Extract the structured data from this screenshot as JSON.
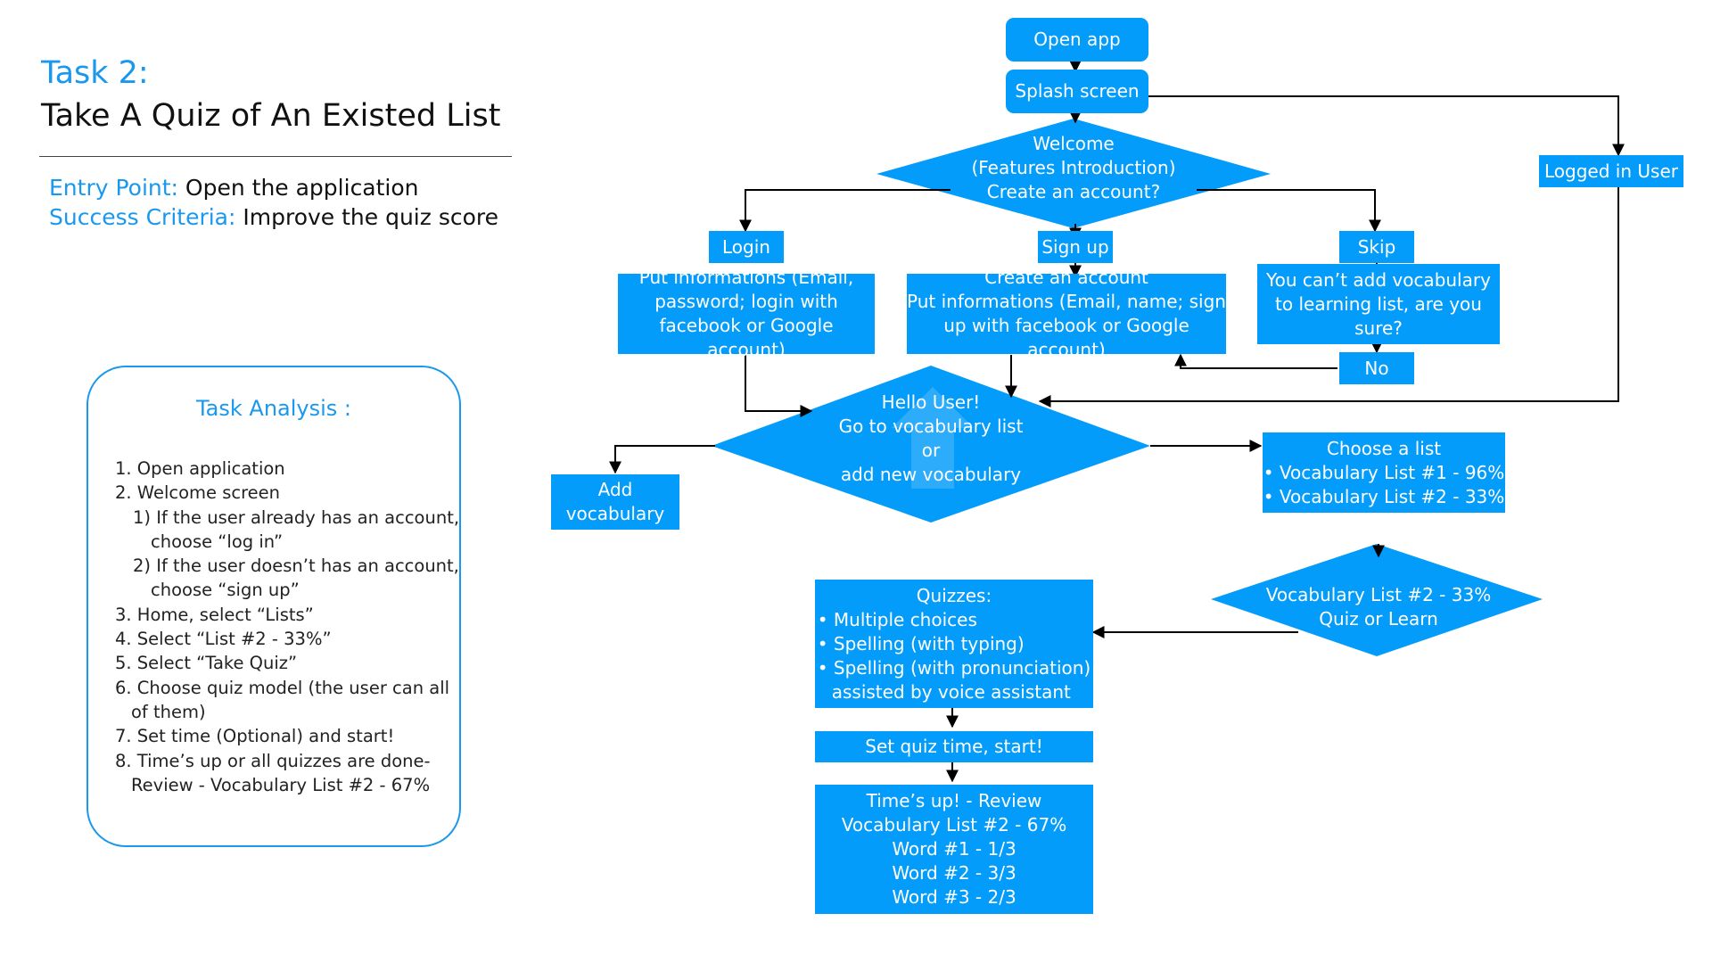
{
  "header": {
    "task_label": "Task 2:",
    "task_title": "Take A Quiz of An Existed List",
    "entry_label": "Entry Point:",
    "entry_value": "Open the application",
    "success_label": "Success Criteria:",
    "success_value": "Improve the quiz score"
  },
  "analysis": {
    "title": "Task Analysis :",
    "lines": [
      "1. Open application",
      "2. Welcome screen",
      "1) If the user already has an account,",
      "choose “log in”",
      "2) If the user doesn’t has an account,",
      "choose “sign up”",
      "3. Home, select “Lists”",
      "4. Select “List #2 - 33%”",
      "5. Select “Take Quiz”",
      "6. Choose quiz model (the user can all",
      "of them)",
      "7. Set time (Optional) and start!",
      "8. Time’s up or all quizzes are done-",
      "Review - Vocabulary List #2 - 67%"
    ]
  },
  "flow": {
    "open_app": "Open app",
    "splash": "Splash screen",
    "welcome": [
      "Welcome",
      "(Features Introduction)",
      "Create an account?"
    ],
    "logged_in": "Logged in User",
    "login": "Login",
    "signup": "Sign up",
    "skip": "Skip",
    "login_info": [
      "Put informations (Email,",
      "password; login with",
      "facebook or Google account)"
    ],
    "signup_info": [
      "Create an account",
      "Put informations (Email, name; sign",
      "up with facebook or Google account)"
    ],
    "skip_warn": [
      "You can’t add vocabulary",
      "to learning list, are you",
      "sure?"
    ],
    "no": "No",
    "hello": [
      "Hello User!",
      "Go to vocabulary list",
      "or",
      "add new vocabulary"
    ],
    "add_vocab": [
      "Add",
      "vocabulary"
    ],
    "choose_list": [
      "Choose a list",
      "•  Vocabulary List #1 - 96%",
      "•  Vocabulary List #2 - 33%"
    ],
    "quiz_or_learn": [
      "Vocabulary List #2 - 33%",
      "Quiz or Learn"
    ],
    "quizzes": [
      "Quizzes:",
      "• Multiple choices",
      "• Spelling (with typing)",
      "• Spelling (with pronunciation)",
      "assisted by voice assistant"
    ],
    "set_time": "Set quiz time, start!",
    "review": [
      "Time’s up! - Review",
      "Vocabulary List #2 - 67%",
      "Word #1 - 1/3",
      "Word #2 - 3/3",
      "Word #3 - 2/3"
    ]
  },
  "colors": {
    "accent": "#049cfa",
    "heading": "#1a98ee",
    "arrow": "#000000"
  }
}
